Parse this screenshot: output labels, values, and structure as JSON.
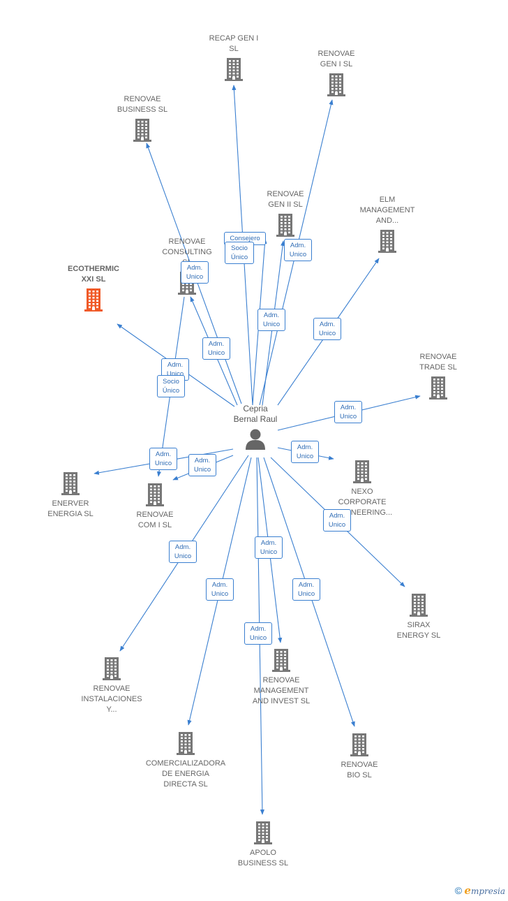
{
  "colors": {
    "edge": "#3a7fd0",
    "building": "#777777",
    "highlight": "#f05a28",
    "person": "#666666"
  },
  "center": {
    "label": [
      "Cepria",
      "Bernal Raul"
    ],
    "icon": "person-icon"
  },
  "nodes": [
    {
      "id": "recap-gen-i",
      "label": [
        "RECAP GEN I",
        "SL"
      ],
      "icon": "building-icon"
    },
    {
      "id": "renovae-gen-i",
      "label": [
        "RENOVAE",
        "GEN I  SL"
      ],
      "icon": "building-icon"
    },
    {
      "id": "renovae-business",
      "label": [
        "RENOVAE",
        "BUSINESS SL"
      ],
      "icon": "building-icon"
    },
    {
      "id": "renovae-gen-ii",
      "label": [
        "RENOVAE",
        "GEN II  SL"
      ],
      "icon": "building-icon"
    },
    {
      "id": "elm-management",
      "label": [
        "ELM",
        "MANAGEMENT",
        "AND..."
      ],
      "icon": "building-icon"
    },
    {
      "id": "renovae-consulting",
      "label": [
        "RENOVAE",
        "CONSULTING",
        "SL"
      ],
      "icon": "building-icon"
    },
    {
      "id": "ecothermic",
      "label": [
        "ECOTHERMIC",
        "XXI  SL"
      ],
      "icon": "building-icon",
      "highlight": true
    },
    {
      "id": "renovae-trade",
      "label": [
        "RENOVAE",
        "TRADE SL"
      ],
      "icon": "building-icon"
    },
    {
      "id": "enerver",
      "label": [
        "ENERVER",
        "ENERGIA  SL"
      ],
      "icon": "building-icon"
    },
    {
      "id": "renovae-com-i",
      "label": [
        "RENOVAE",
        "COM I  SL"
      ],
      "icon": "building-icon"
    },
    {
      "id": "nexo",
      "label": [
        "NEXO",
        "CORPORATE",
        "ENGINEERING..."
      ],
      "icon": "building-icon"
    },
    {
      "id": "sirax",
      "label": [
        "SIRAX",
        "ENERGY  SL"
      ],
      "icon": "building-icon"
    },
    {
      "id": "renovae-instalaciones",
      "label": [
        "RENOVAE",
        "INSTALACIONES",
        "Y..."
      ],
      "icon": "building-icon"
    },
    {
      "id": "renovae-management",
      "label": [
        "RENOVAE",
        "MANAGEMENT",
        "AND INVEST  SL"
      ],
      "icon": "building-icon"
    },
    {
      "id": "comercializadora",
      "label": [
        "COMERCIALIZADORA",
        "DE ENERGIA",
        "DIRECTA  SL"
      ],
      "icon": "building-icon"
    },
    {
      "id": "renovae-bio",
      "label": [
        "RENOVAE",
        "BIO  SL"
      ],
      "icon": "building-icon"
    },
    {
      "id": "apolo",
      "label": [
        "APOLO",
        "BUSINESS  SL"
      ],
      "icon": "building-icon"
    }
  ],
  "edges": [
    {
      "to": "recap-gen-i",
      "label": [
        "Consejero"
      ]
    },
    {
      "to": "recap-gen-i",
      "label": [
        "Socio",
        "Único"
      ]
    },
    {
      "to": "renovae-gen-i",
      "label": [
        "Adm.",
        "Unico"
      ]
    },
    {
      "to": "renovae-business",
      "label": [
        "Adm.",
        "Unico"
      ]
    },
    {
      "to": "renovae-gen-ii",
      "label": [
        "Adm.",
        "Unico"
      ]
    },
    {
      "to": "elm-management",
      "label": [
        "Adm.",
        "Unico"
      ]
    },
    {
      "to": "renovae-consulting",
      "label": [
        "Adm.",
        "Unico"
      ]
    },
    {
      "to": "ecothermic",
      "label": [
        "Adm.",
        "Unico"
      ]
    },
    {
      "to": "renovae-com-i",
      "label": [
        "Socio",
        "Único"
      ]
    },
    {
      "to": "renovae-trade",
      "label": [
        "Adm.",
        "Unico"
      ]
    },
    {
      "to": "enerver",
      "label": [
        "Adm.",
        "Unico"
      ]
    },
    {
      "to": "renovae-com-i",
      "label": [
        "Adm.",
        "Unico"
      ]
    },
    {
      "to": "nexo",
      "label": [
        "Adm.",
        "Unico"
      ]
    },
    {
      "to": "sirax",
      "label": [
        "Adm.",
        "Unico"
      ]
    },
    {
      "to": "renovae-instalaciones",
      "label": [
        "Adm.",
        "Unico"
      ]
    },
    {
      "to": "renovae-management",
      "label": [
        "Adm.",
        "Unico"
      ]
    },
    {
      "to": "comercializadora",
      "label": [
        "Adm.",
        "Unico"
      ]
    },
    {
      "to": "renovae-bio",
      "label": [
        "Adm.",
        "Unico"
      ]
    },
    {
      "to": "apolo",
      "label": [
        "Adm.",
        "Unico"
      ]
    }
  ],
  "footer": {
    "copyright": "©",
    "brand_initial": "e",
    "brand_rest": "mpresia"
  }
}
